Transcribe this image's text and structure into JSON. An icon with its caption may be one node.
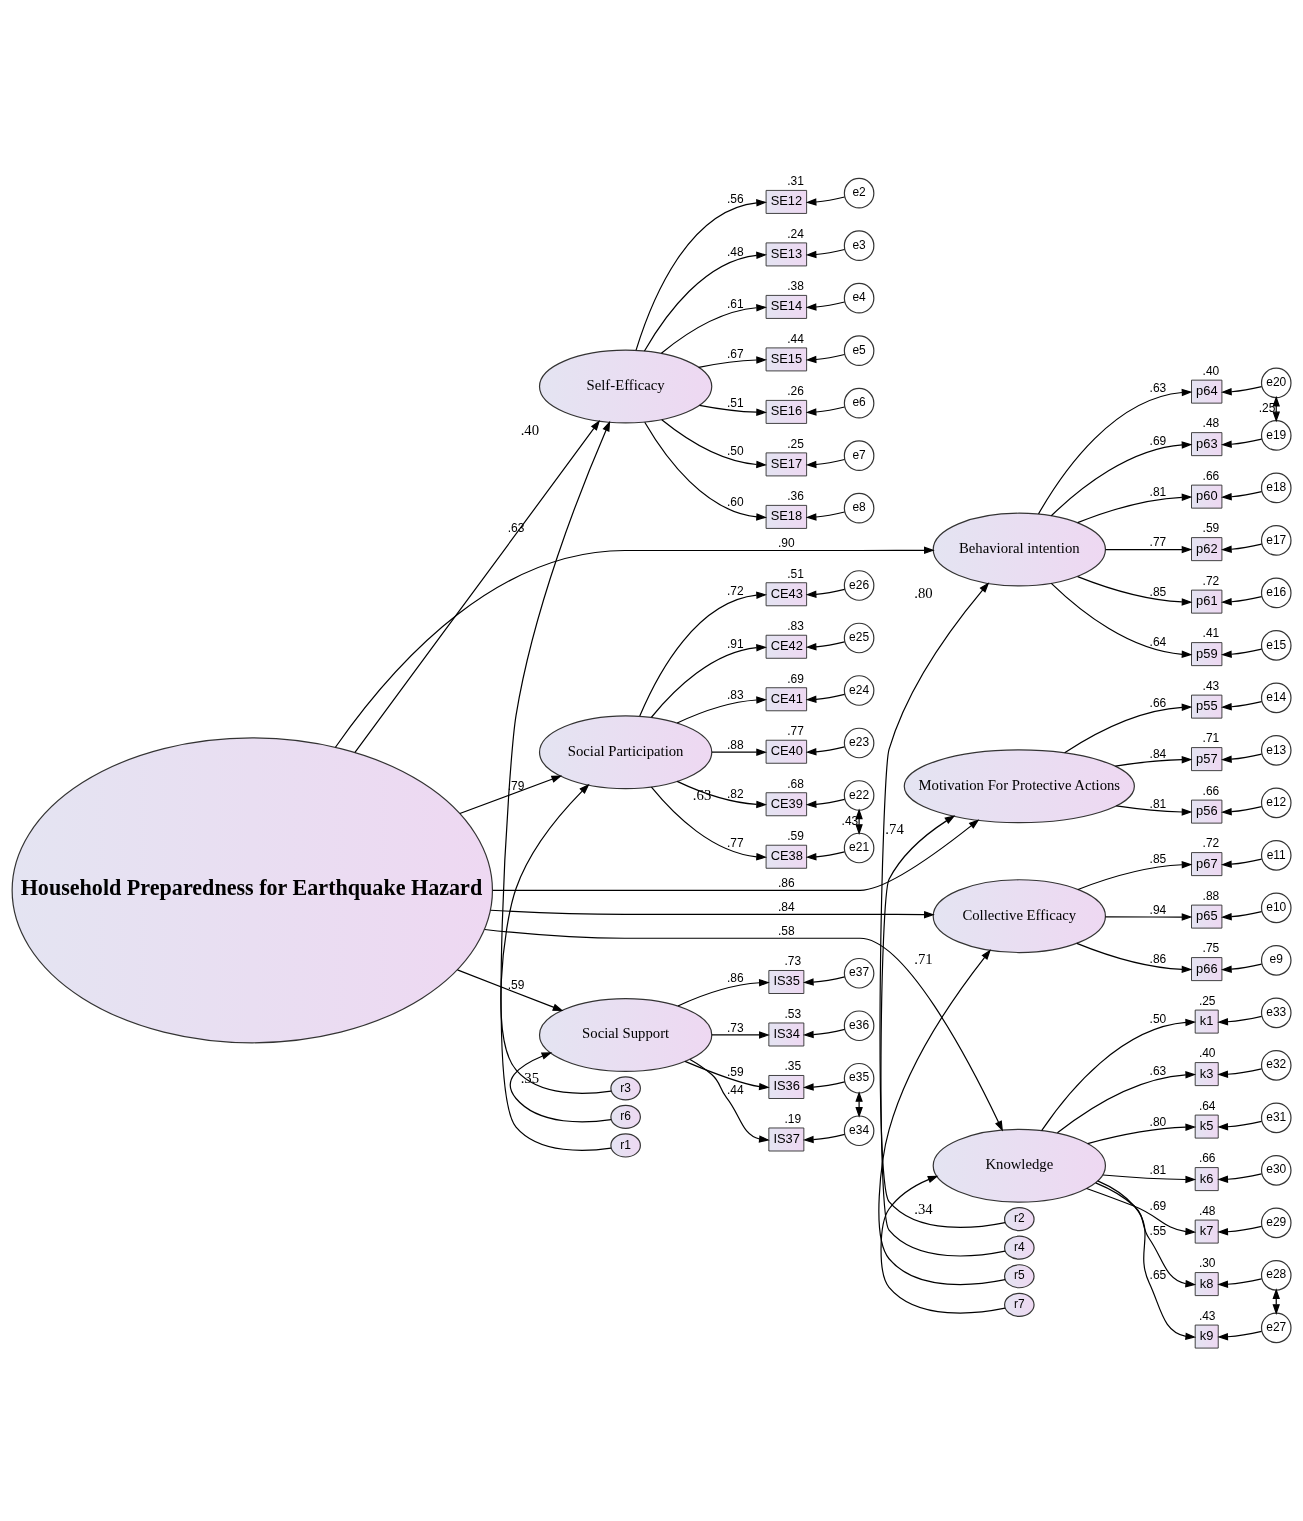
{
  "diagram": {
    "nodes": [
      {
        "text": [
          "e2"
        ]
      },
      {
        "text": [
          "e3"
        ]
      },
      {
        "text": [
          "e4"
        ]
      },
      {
        "text": [
          "e5"
        ]
      },
      {
        "text": [
          "e6"
        ]
      },
      {
        "text": [
          "e7"
        ]
      },
      {
        "text": [
          "e8"
        ]
      },
      {
        "text": [
          "SE12"
        ],
        "beside": [
          ".31"
        ]
      },
      {
        "text": [
          "SE13"
        ],
        "beside": [
          ".24"
        ]
      },
      {
        "text": [
          "SE14"
        ],
        "beside": [
          ".38"
        ]
      },
      {
        "text": [
          "SE15"
        ],
        "beside": [
          ".44"
        ]
      },
      {
        "text": [
          "SE16"
        ],
        "beside": [
          ".26"
        ]
      },
      {
        "text": [
          "SE17"
        ],
        "beside": [
          ".25"
        ]
      },
      {
        "text": [
          "SE18"
        ],
        "beside": [
          ".36"
        ]
      },
      {
        "text": [
          "r1"
        ]
      },
      {
        "text": [
          "Self-Efficacy"
        ],
        "beside": [
          ".40"
        ]
      },
      {
        "text": [
          "r2"
        ]
      },
      {
        "text": [
          "Behavioral intention"
        ],
        "beside": [
          ".80"
        ]
      },
      {
        "text": [
          "p64"
        ],
        "beside": [
          ".40"
        ]
      },
      {
        "text": [
          "p63"
        ],
        "beside": [
          ".48"
        ]
      },
      {
        "text": [
          "p60"
        ],
        "beside": [
          ".66"
        ]
      },
      {
        "text": [
          "p62"
        ],
        "beside": [
          ".59"
        ]
      },
      {
        "text": [
          "p61"
        ],
        "beside": [
          ".72"
        ]
      },
      {
        "text": [
          "p59"
        ],
        "beside": [
          ".41"
        ]
      },
      {
        "text": [
          "e20"
        ]
      },
      {
        "text": [
          "e19"
        ]
      },
      {
        "text": [
          "e18"
        ]
      },
      {
        "text": [
          "e17"
        ]
      },
      {
        "text": [
          "e16"
        ]
      },
      {
        "text": [
          "e15"
        ]
      },
      {
        "text": [
          "r3"
        ]
      },
      {
        "text": [
          "Social Participation"
        ],
        "beside": [
          ".63"
        ]
      },
      {
        "text": [
          "CE43"
        ],
        "beside": [
          ".51"
        ]
      },
      {
        "text": [
          "CE42"
        ],
        "beside": [
          ".83"
        ]
      },
      {
        "text": [
          "CE41"
        ],
        "beside": [
          ".69"
        ]
      },
      {
        "text": [
          "CE40"
        ],
        "beside": [
          ".77"
        ]
      },
      {
        "text": [
          "CE39"
        ],
        "beside": [
          ".68"
        ]
      },
      {
        "text": [
          "CE38"
        ],
        "beside": [
          ".59"
        ]
      },
      {
        "text": [
          "e26"
        ]
      },
      {
        "text": [
          "e25"
        ]
      },
      {
        "text": [
          "e24"
        ]
      },
      {
        "text": [
          "e23"
        ]
      },
      {
        "text": [
          "e22"
        ]
      },
      {
        "text": [
          "e21"
        ]
      },
      {
        "text": [
          "Household Preparedness for Earthquake Hazard"
        ]
      },
      {
        "text": [
          "r4"
        ]
      },
      {
        "text": [
          "Motivation For Protective Actions"
        ],
        "beside": [
          ".74"
        ]
      },
      {
        "text": [
          "p55"
        ],
        "beside": [
          ".43"
        ]
      },
      {
        "text": [
          "p57"
        ],
        "beside": [
          ".71"
        ]
      },
      {
        "text": [
          "p56"
        ],
        "beside": [
          ".66"
        ]
      },
      {
        "text": [
          "e14"
        ]
      },
      {
        "text": [
          "e13"
        ]
      },
      {
        "text": [
          "e12"
        ]
      },
      {
        "text": [
          "r5"
        ]
      },
      {
        "text": [
          "Collective Efficacy"
        ],
        "beside": [
          ".71"
        ]
      },
      {
        "text": [
          "p67"
        ],
        "beside": [
          ".72"
        ]
      },
      {
        "text": [
          "p65"
        ],
        "beside": [
          ".88"
        ]
      },
      {
        "text": [
          "p66"
        ],
        "beside": [
          ".75"
        ]
      },
      {
        "text": [
          "e11"
        ]
      },
      {
        "text": [
          "e10"
        ]
      },
      {
        "text": [
          "e9"
        ]
      },
      {
        "text": [
          "r6"
        ]
      },
      {
        "text": [
          "r7"
        ]
      },
      {
        "text": [
          "Knowledge"
        ],
        "beside": [
          ".34"
        ]
      },
      {
        "text": [
          "Social Support"
        ],
        "beside": [
          ".35"
        ]
      },
      {
        "text": [
          "k1"
        ],
        "beside": [
          ".25"
        ]
      },
      {
        "text": [
          "k3"
        ],
        "beside": [
          ".40"
        ]
      },
      {
        "text": [
          "k5"
        ],
        "beside": [
          ".64"
        ]
      },
      {
        "text": [
          "k6"
        ],
        "beside": [
          ".66"
        ]
      },
      {
        "text": [
          "k7"
        ],
        "beside": [
          ".48"
        ]
      },
      {
        "text": [
          "k8"
        ],
        "beside": [
          ".30"
        ]
      },
      {
        "text": [
          "k9"
        ],
        "beside": [
          ".43"
        ]
      },
      {
        "text": [
          "IS35"
        ],
        "beside": [
          ".73"
        ]
      },
      {
        "text": [
          "IS34"
        ],
        "beside": [
          ".53"
        ]
      },
      {
        "text": [
          "IS36"
        ],
        "beside": [
          ".35"
        ]
      },
      {
        "text": [
          "IS37"
        ],
        "beside": [
          ".19"
        ]
      },
      {
        "text": [
          "e33"
        ]
      },
      {
        "text": [
          "e32"
        ]
      },
      {
        "text": [
          "e31"
        ]
      },
      {
        "text": [
          "e30"
        ]
      },
      {
        "text": [
          "e29"
        ]
      },
      {
        "text": [
          "e28"
        ]
      },
      {
        "text": [
          "e27"
        ]
      },
      {
        "text": [
          "e37"
        ]
      },
      {
        "text": [
          "e36"
        ]
      },
      {
        "text": [
          "e35"
        ]
      },
      {
        "text": [
          "e34"
        ]
      }
    ],
    "edges": [
      {
        "from": 0,
        "to": 7,
        "arrow": "to"
      },
      {
        "from": 1,
        "to": 8,
        "arrow": "to"
      },
      {
        "from": 2,
        "to": 9,
        "arrow": "to"
      },
      {
        "from": 3,
        "to": 10,
        "arrow": "to"
      },
      {
        "from": 4,
        "to": 11,
        "arrow": "to"
      },
      {
        "from": 5,
        "to": 12,
        "arrow": "to"
      },
      {
        "from": 6,
        "to": 13,
        "arrow": "to"
      },
      {
        "from": 15,
        "to": 7,
        "arrow": "to",
        "label": ".56"
      },
      {
        "from": 15,
        "to": 8,
        "arrow": "to",
        "label": ".48"
      },
      {
        "from": 15,
        "to": 9,
        "arrow": "to",
        "label": ".61"
      },
      {
        "from": 15,
        "to": 10,
        "arrow": "to",
        "label": ".67"
      },
      {
        "from": 15,
        "to": 11,
        "arrow": "to",
        "label": ".51"
      },
      {
        "from": 15,
        "to": 12,
        "arrow": "to",
        "label": ".50"
      },
      {
        "from": 15,
        "to": 13,
        "arrow": "to",
        "label": ".60"
      },
      {
        "from": 14,
        "to": 15,
        "arrow": "to"
      },
      {
        "from": 44,
        "to": 15,
        "arrow": "to",
        "label": ".63"
      },
      {
        "from": 16,
        "to": 17,
        "arrow": "to"
      },
      {
        "from": 44,
        "to": 17,
        "arrow": "to",
        "label": ".90"
      },
      {
        "from": 17,
        "to": 18,
        "arrow": "to",
        "label": ".63"
      },
      {
        "from": 17,
        "to": 19,
        "arrow": "to",
        "label": ".69"
      },
      {
        "from": 17,
        "to": 20,
        "arrow": "to",
        "label": ".81"
      },
      {
        "from": 17,
        "to": 21,
        "arrow": "to",
        "label": ".77"
      },
      {
        "from": 17,
        "to": 22,
        "arrow": "to",
        "label": ".85"
      },
      {
        "from": 17,
        "to": 23,
        "arrow": "to",
        "label": ".64"
      },
      {
        "from": 24,
        "to": 18,
        "arrow": "to"
      },
      {
        "from": 25,
        "to": 19,
        "arrow": "to"
      },
      {
        "from": 26,
        "to": 20,
        "arrow": "to"
      },
      {
        "from": 27,
        "to": 21,
        "arrow": "to"
      },
      {
        "from": 28,
        "to": 22,
        "arrow": "to"
      },
      {
        "from": 29,
        "to": 23,
        "arrow": "to"
      },
      {
        "from": 24,
        "to": 25,
        "arrow": "both",
        "label": ".25"
      },
      {
        "from": 30,
        "to": 31,
        "arrow": "to"
      },
      {
        "from": 44,
        "to": 31,
        "arrow": "to",
        "label": ".79"
      },
      {
        "from": 31,
        "to": 32,
        "arrow": "to",
        "label": ".72"
      },
      {
        "from": 31,
        "to": 33,
        "arrow": "to",
        "label": ".91"
      },
      {
        "from": 31,
        "to": 34,
        "arrow": "to",
        "label": ".83"
      },
      {
        "from": 31,
        "to": 35,
        "arrow": "to",
        "label": ".88"
      },
      {
        "from": 31,
        "to": 36,
        "arrow": "to",
        "label": ".82"
      },
      {
        "from": 31,
        "to": 37,
        "arrow": "to",
        "label": ".77"
      },
      {
        "from": 38,
        "to": 32,
        "arrow": "to"
      },
      {
        "from": 39,
        "to": 33,
        "arrow": "to"
      },
      {
        "from": 40,
        "to": 34,
        "arrow": "to"
      },
      {
        "from": 41,
        "to": 35,
        "arrow": "to"
      },
      {
        "from": 42,
        "to": 36,
        "arrow": "to"
      },
      {
        "from": 43,
        "to": 37,
        "arrow": "to"
      },
      {
        "from": 42,
        "to": 43,
        "arrow": "both",
        "label": ".43"
      },
      {
        "from": 45,
        "to": 46,
        "arrow": "to"
      },
      {
        "from": 44,
        "to": 46,
        "arrow": "to",
        "label": ".86"
      },
      {
        "from": 46,
        "to": 47,
        "arrow": "to",
        "label": ".66"
      },
      {
        "from": 46,
        "to": 48,
        "arrow": "to",
        "label": ".84"
      },
      {
        "from": 46,
        "to": 49,
        "arrow": "to",
        "label": ".81"
      },
      {
        "from": 50,
        "to": 47,
        "arrow": "to"
      },
      {
        "from": 51,
        "to": 48,
        "arrow": "to"
      },
      {
        "from": 52,
        "to": 49,
        "arrow": "to"
      },
      {
        "from": 53,
        "to": 54,
        "arrow": "to"
      },
      {
        "from": 44,
        "to": 54,
        "arrow": "to",
        "label": ".84"
      },
      {
        "from": 54,
        "to": 55,
        "arrow": "to",
        "label": ".85"
      },
      {
        "from": 54,
        "to": 56,
        "arrow": "to",
        "label": ".94"
      },
      {
        "from": 54,
        "to": 57,
        "arrow": "to",
        "label": ".86"
      },
      {
        "from": 58,
        "to": 55,
        "arrow": "to"
      },
      {
        "from": 59,
        "to": 56,
        "arrow": "to"
      },
      {
        "from": 60,
        "to": 57,
        "arrow": "to"
      },
      {
        "from": 61,
        "to": 64,
        "arrow": "to"
      },
      {
        "from": 62,
        "to": 63,
        "arrow": "to"
      },
      {
        "from": 44,
        "to": 63,
        "arrow": "to",
        "label": ".58"
      },
      {
        "from": 44,
        "to": 64,
        "arrow": "to",
        "label": ".59"
      },
      {
        "from": 63,
        "to": 65,
        "arrow": "to",
        "label": ".50"
      },
      {
        "from": 63,
        "to": 66,
        "arrow": "to",
        "label": ".63"
      },
      {
        "from": 63,
        "to": 67,
        "arrow": "to",
        "label": ".80"
      },
      {
        "from": 63,
        "to": 68,
        "arrow": "to",
        "label": ".81"
      },
      {
        "from": 63,
        "to": 69,
        "arrow": "to",
        "label": ".69"
      },
      {
        "from": 63,
        "to": 70,
        "arrow": "to",
        "label": ".55"
      },
      {
        "from": 63,
        "to": 71,
        "arrow": "to",
        "label": ".65"
      },
      {
        "from": 64,
        "to": 72,
        "arrow": "to",
        "label": ".86"
      },
      {
        "from": 64,
        "to": 73,
        "arrow": "to",
        "label": ".73"
      },
      {
        "from": 64,
        "to": 74,
        "arrow": "to",
        "label": ".59"
      },
      {
        "from": 64,
        "to": 75,
        "arrow": "to",
        "label": ".44"
      },
      {
        "from": 76,
        "to": 65,
        "arrow": "to"
      },
      {
        "from": 77,
        "to": 66,
        "arrow": "to"
      },
      {
        "from": 78,
        "to": 67,
        "arrow": "to"
      },
      {
        "from": 79,
        "to": 68,
        "arrow": "to"
      },
      {
        "from": 80,
        "to": 69,
        "arrow": "to"
      },
      {
        "from": 81,
        "to": 70,
        "arrow": "to"
      },
      {
        "from": 82,
        "to": 71,
        "arrow": "to"
      },
      {
        "from": 81,
        "to": 82,
        "arrow": "both"
      },
      {
        "from": 83,
        "to": 72,
        "arrow": "to"
      },
      {
        "from": 84,
        "to": 73,
        "arrow": "to"
      },
      {
        "from": 85,
        "to": 74,
        "arrow": "to"
      },
      {
        "from": 86,
        "to": 75,
        "arrow": "to"
      },
      {
        "from": 85,
        "to": 86,
        "arrow": "both"
      }
    ]
  }
}
